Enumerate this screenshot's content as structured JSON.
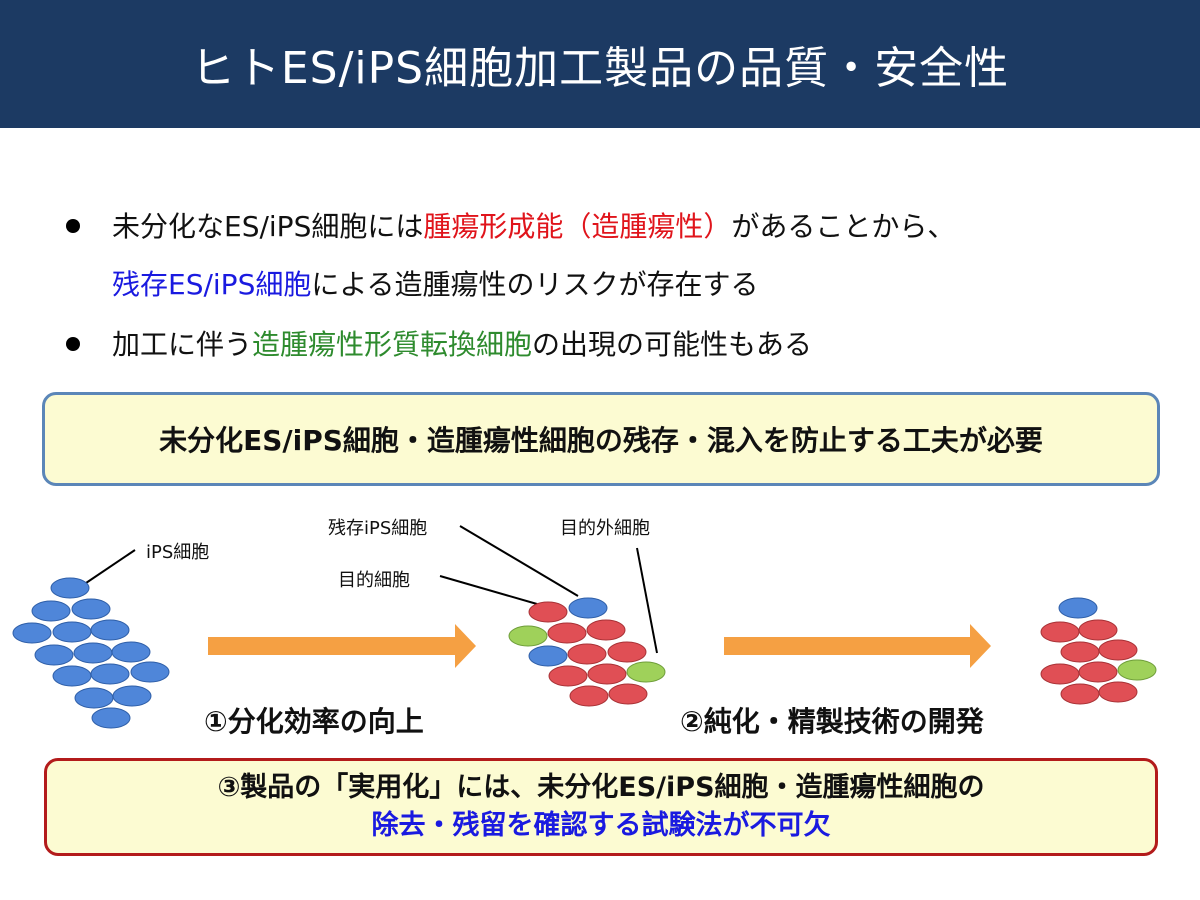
{
  "title": "ヒトES/iPS細胞加工製品の品質・安全性",
  "bullets": {
    "b1_pre": "未分化なES/iPS細胞には",
    "b1_red": "腫瘍形成能（造腫瘍性）",
    "b1_post": "があることから、",
    "b1b_blue": "残存ES/iPS細胞",
    "b1b_post": "による造腫瘍性のリスクが存在する",
    "b2_pre": "加工に伴う",
    "b2_green": "造腫瘍性形質転換細胞",
    "b2_post": "の出現の可能性もある"
  },
  "box1": "未分化ES/iPS細胞・造腫瘍性細胞の残存・混入を防止する工夫が必要",
  "labels": {
    "ips": "iPS細胞",
    "residual_ips": "残存iPS細胞",
    "target": "目的細胞",
    "off_target": "目的外細胞"
  },
  "steps": {
    "step1": "①分化効率の向上",
    "step2": "②純化・精製技術の開発"
  },
  "box2": {
    "line1": "③製品の「実用化」には、未分化ES/iPS細胞・造腫瘍性細胞の",
    "line2": "除去・残留を確認する試験法が不可欠"
  },
  "colors": {
    "header": "#1c3a63",
    "blue_cell": "#4f86d9",
    "red_cell": "#e04f55",
    "green_cell": "#9fd15a",
    "arrow": "#f5a043"
  }
}
